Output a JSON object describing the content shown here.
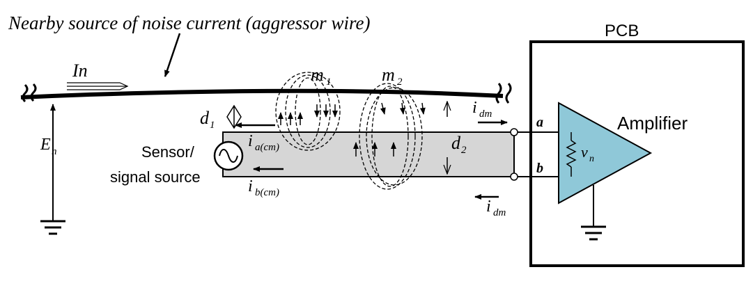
{
  "caption": "Nearby source of noise current (aggressor wire)",
  "pcb_label": "PCB",
  "amplifier_label": "Amplifier",
  "sensor_label_line1": "Sensor/",
  "sensor_label_line2": "signal source",
  "labels": {
    "In": "In",
    "E": "E",
    "E_sub": "n",
    "d1": "d",
    "d1_sub": "1",
    "d2": "d",
    "d2_sub": "2",
    "m1": "m",
    "m1_sub": "1",
    "m2": "m",
    "m2_sub": "2",
    "ia": "i",
    "ia_sub": "a(cm)",
    "ib": "i",
    "ib_sub": "b(cm)",
    "idm_top": "i",
    "idm_top_sub": "dm",
    "idm_bottom": "i",
    "idm_bottom_sub": "dm",
    "node_a": "a",
    "node_b": "b",
    "vn": "v",
    "vn_sub": "n"
  },
  "colors": {
    "cable_fill": "#d6d6d6",
    "amplifier_fill": "#8fc8d8",
    "line": "#000000"
  }
}
